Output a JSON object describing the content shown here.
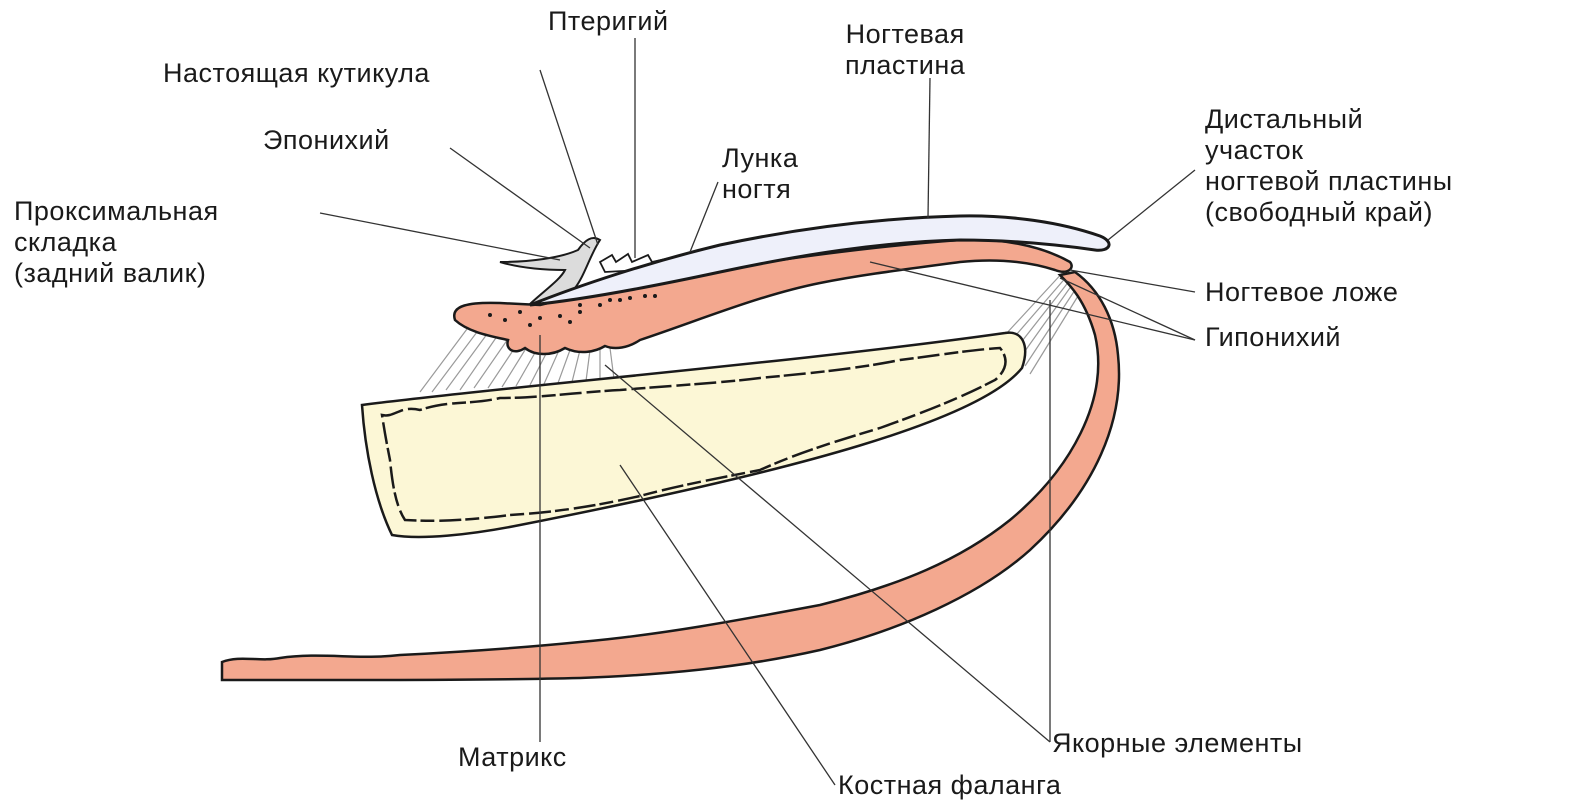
{
  "colors": {
    "skin": "#f3a88f",
    "skin_stroke": "#1a1a1a",
    "bone": "#fcf7d6",
    "nail_plate": "#eef0fa",
    "cuticle": "#dcdcdc",
    "leader": "#333333"
  },
  "labels": {
    "pterygium": "Птеригий",
    "true_cuticle": "Настоящая кутикула",
    "eponychium": "Эпонихий",
    "proximal_fold": [
      "Проксимальная",
      "складка",
      "(задний валик)"
    ],
    "lunula": [
      "Лунка",
      "ногтя"
    ],
    "nail_plate": [
      "Ногтевая",
      "пластина"
    ],
    "distal_part": [
      "Дистальный",
      "участок",
      "ногтевой пластины",
      "(свободный край)"
    ],
    "nail_bed": "Ногтевое ложе",
    "hyponychium": "Гипонихий",
    "matrix": "Матрикс",
    "anchors": "Якорные элементы",
    "bone_phalanx": "Костная фаланга"
  }
}
